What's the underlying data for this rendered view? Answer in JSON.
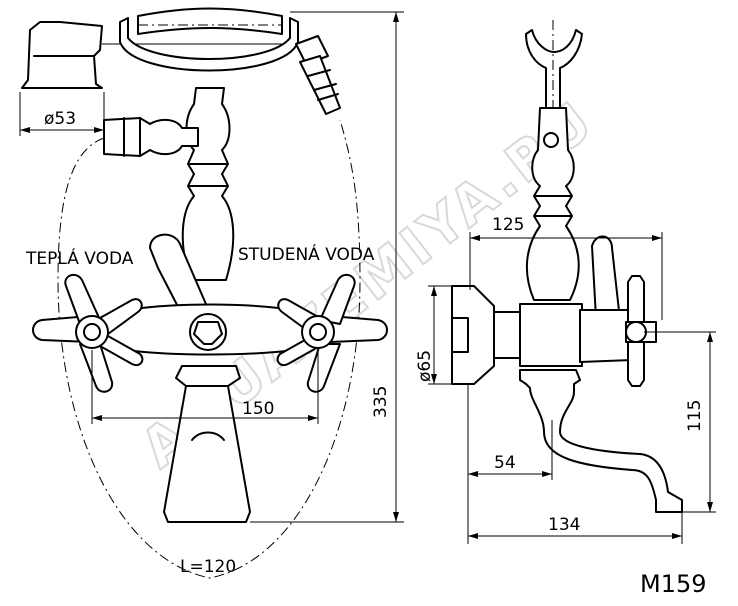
{
  "labels": {
    "left_text": "TEPLÁ VODA",
    "right_text": "STUDENÁ VODA",
    "model": "M159",
    "watermark": "AQUAZEMIYA.RU"
  },
  "dimensions": {
    "hose_diameter": "ø53",
    "valve_spacing": "150",
    "total_height": "335",
    "hose_length": "L=120",
    "side_depth": "125",
    "side_diameter": "ø65",
    "side_spout_height": "115",
    "side_spout_offset": "54",
    "side_spout_reach": "134"
  }
}
